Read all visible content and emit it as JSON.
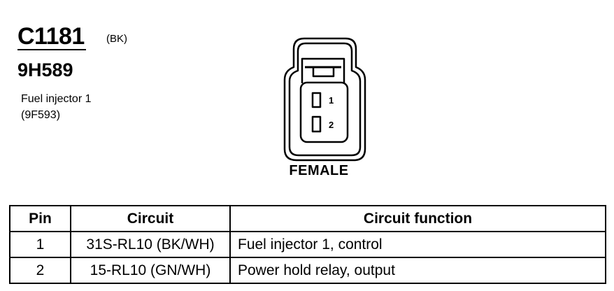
{
  "connector": {
    "id": "C1181",
    "color_code": "(BK)",
    "harness": "9H589",
    "description": "Fuel injector 1",
    "part_number": "(9F593)",
    "gender": "FEMALE",
    "pin_labels": [
      "1",
      "2"
    ]
  },
  "table": {
    "headers": [
      "Pin",
      "Circuit",
      "Circuit function"
    ],
    "rows": [
      {
        "pin": "1",
        "circuit": "31S-RL10 (BK/WH)",
        "function": "Fuel injector 1, control"
      },
      {
        "pin": "2",
        "circuit": "15-RL10 (GN/WH)",
        "function": "Power hold relay, output"
      }
    ]
  }
}
